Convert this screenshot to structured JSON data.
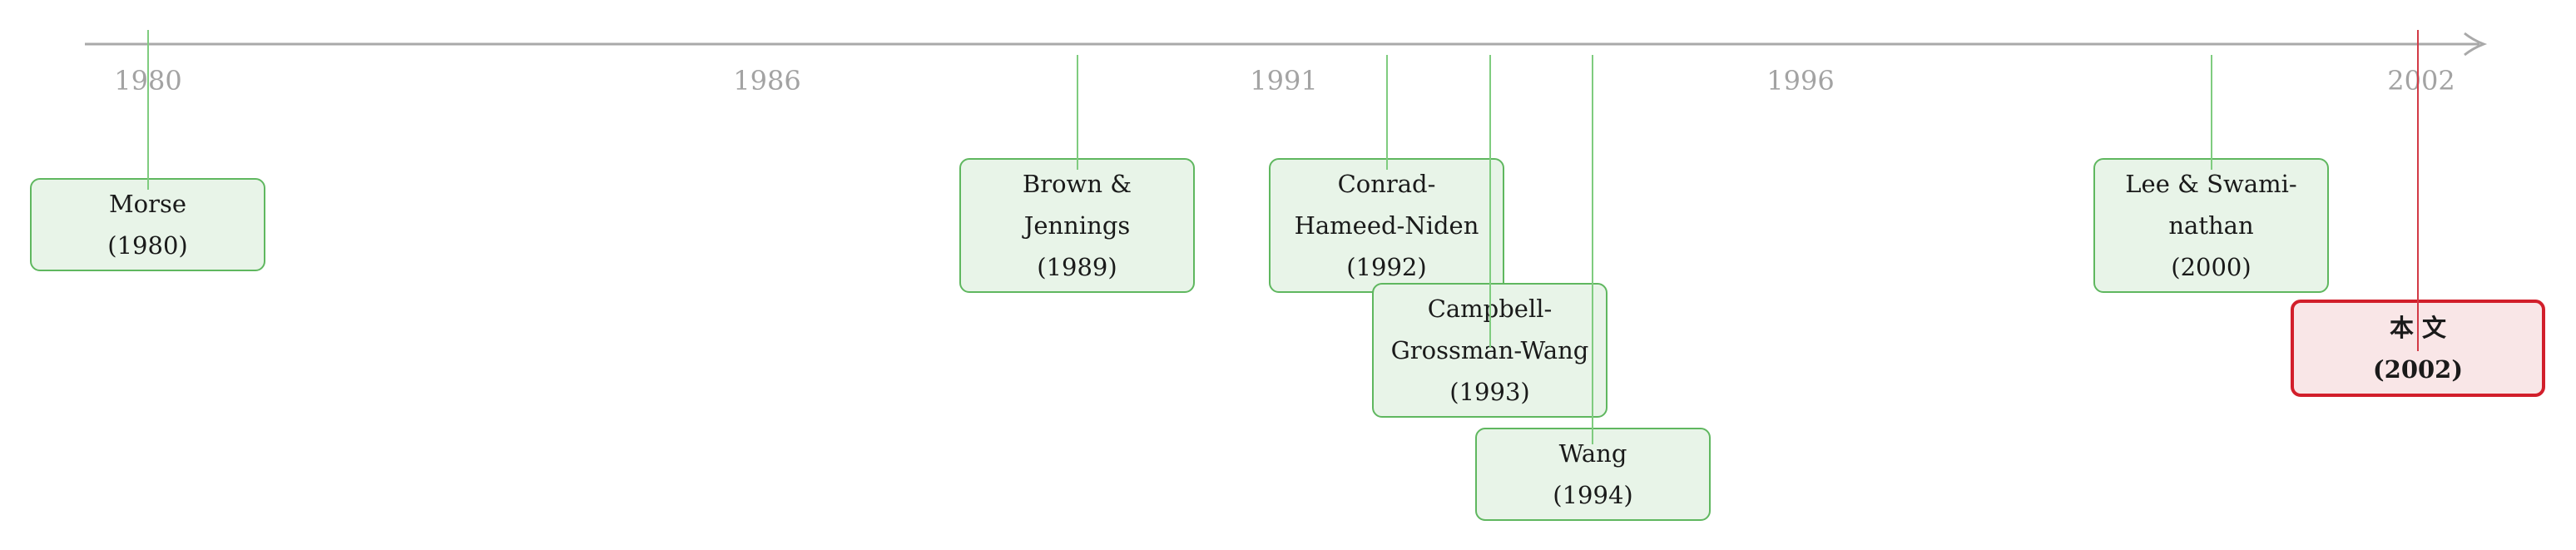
{
  "axis": {
    "ticks": [
      "1980",
      "1986",
      "1991",
      "1996",
      "2002"
    ],
    "color": "#a9a9a9"
  },
  "events": [
    {
      "id": "morse",
      "lines": [
        "Morse",
        "(1980)"
      ],
      "year": 1980,
      "highlight": false
    },
    {
      "id": "brown-jennings",
      "lines": [
        "Brown &",
        "Jennings",
        "(1989)"
      ],
      "year": 1989,
      "highlight": false
    },
    {
      "id": "conrad-hameed-niden",
      "lines": [
        "Conrad-",
        "Hameed-Niden",
        "(1992)"
      ],
      "year": 1992,
      "highlight": false
    },
    {
      "id": "campbell-grossman-wang",
      "lines": [
        "Campbell-",
        "Grossman-Wang",
        "(1993)"
      ],
      "year": 1993,
      "highlight": false
    },
    {
      "id": "wang",
      "lines": [
        "Wang",
        "(1994)"
      ],
      "year": 1994,
      "highlight": false
    },
    {
      "id": "lee-swaminathan",
      "lines": [
        "Lee & Swami-",
        "nathan",
        "(2000)"
      ],
      "year": 2000,
      "highlight": false
    },
    {
      "id": "this-paper",
      "lines": [
        "本 文",
        "(2002)"
      ],
      "year": 2002,
      "highlight": true
    }
  ],
  "colors": {
    "box_fill": "#e8f4e8",
    "box_border": "#5fb75f",
    "highlight_fill": "#f9e6e7",
    "highlight_border": "#d21f2b"
  }
}
